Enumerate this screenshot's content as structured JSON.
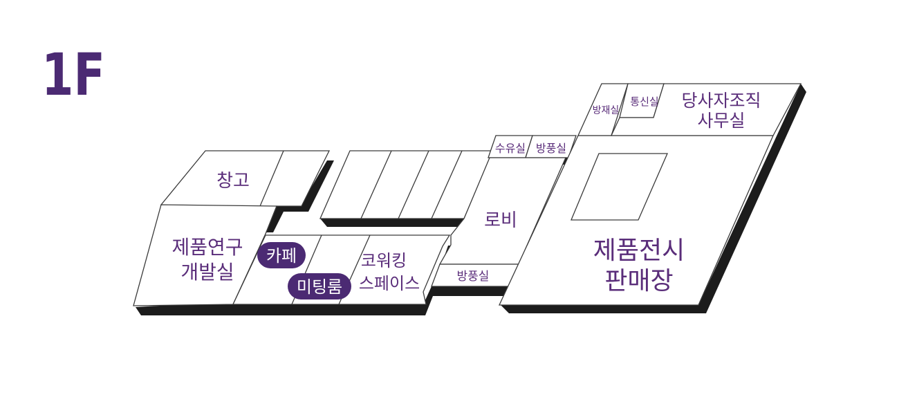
{
  "floor_label": "1F",
  "rooms": {
    "storage": "창고",
    "rnd_line1": "제품연구",
    "rnd_line2": "개발실",
    "cafe": "카페",
    "meeting_room": "미팅룸",
    "coworking_line1": "코워킹",
    "coworking_line2": "스페이스",
    "windbreak_room_bottom": "방풍실",
    "lobby": "로비",
    "nursing_room": "수유실",
    "windbreak_room_top": "방풍실",
    "disaster_room": "방재실",
    "comms_room": "통신실",
    "office_line1": "당사자조직",
    "office_line2": "사무실",
    "showroom_line1": "제품전시",
    "showroom_line2": "판매장"
  },
  "colors": {
    "accent": "#4b2a73",
    "label": "#5a2d7a",
    "shadow": "#1c1c1c"
  }
}
